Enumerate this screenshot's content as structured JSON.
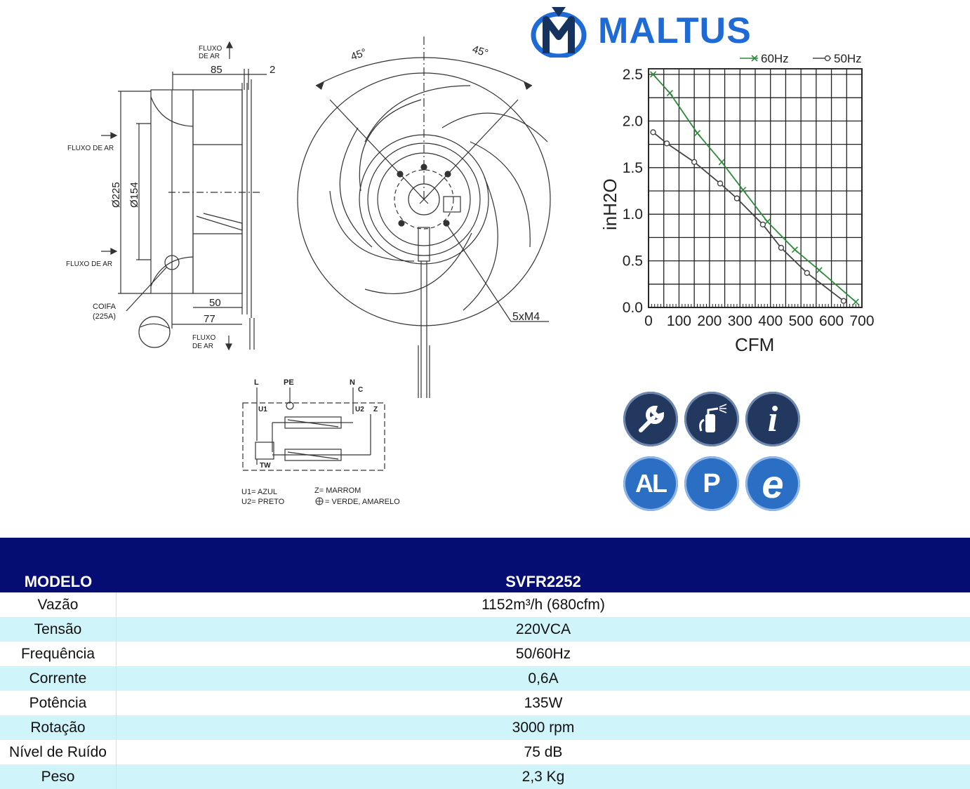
{
  "brand": {
    "name": "MALTUS"
  },
  "drawing_side": {
    "flow_top": [
      "FLUXO",
      "DE AR"
    ],
    "flow_left": "FLUXO DE AR",
    "flow_left2": "FLUXO DE AR",
    "flow_bottom": [
      "FLUXO",
      "DE AR"
    ],
    "dim_85": "85",
    "dim_2": "2",
    "dim_225": "Ø225",
    "dim_154": "Ø154",
    "dim_50": "50",
    "dim_77": "77",
    "coifa": [
      "COIFA",
      "(225A)"
    ]
  },
  "drawing_front": {
    "angle_left": "45°",
    "angle_right": "45°",
    "screws": "5xM4"
  },
  "wiring": {
    "L": "L",
    "PE": "PE",
    "N": "N",
    "C": "C",
    "U1": "U1",
    "U2": "U2",
    "Z": "Z",
    "TW": "TW",
    "legend": [
      "U1= AZUL",
      "U2= PRETO",
      "Z= MARROM",
      "= VERDE, AMARELO"
    ]
  },
  "chart_data": {
    "type": "line",
    "xlabel": "CFM",
    "ylabel": "inH2O",
    "xlim": [
      0,
      700
    ],
    "ylim": [
      0,
      2.5
    ],
    "xticks": [
      "0",
      "100",
      "200",
      "300",
      "400",
      "500",
      "600",
      "700"
    ],
    "yticks": [
      "0.0",
      "0.5",
      "1.0",
      "1.5",
      "2.0",
      "2.5"
    ],
    "grid": true,
    "legend_position": "top",
    "series": [
      {
        "name": "60Hz",
        "color": "#2e8b3a",
        "marker": "x",
        "x": [
          15,
          70,
          160,
          240,
          310,
          390,
          480,
          560,
          680
        ],
        "y": [
          2.5,
          2.3,
          1.87,
          1.56,
          1.26,
          0.92,
          0.62,
          0.4,
          0.06
        ]
      },
      {
        "name": "50Hz",
        "color": "#444444",
        "marker": "o",
        "x": [
          15,
          60,
          150,
          235,
          290,
          375,
          435,
          520,
          640
        ],
        "y": [
          1.88,
          1.76,
          1.56,
          1.33,
          1.17,
          0.89,
          0.64,
          0.37,
          0.07
        ]
      }
    ]
  },
  "icons": [
    "wrench-icon",
    "fire-extinguisher-icon",
    "info-icon",
    "al-icon",
    "p-icon",
    "e-icon"
  ],
  "icon_text": {
    "al": "AL",
    "p": "P",
    "e": "e",
    "i": "i"
  },
  "specs": {
    "header_label": "MODELO",
    "header_value": "SVFR2252",
    "rows": [
      {
        "label": "Vazão",
        "value": "1152m³/h (680cfm)"
      },
      {
        "label": "Tensão",
        "value": "220VCA"
      },
      {
        "label": "Frequência",
        "value": "50/60Hz"
      },
      {
        "label": "Corrente",
        "value": "0,6A"
      },
      {
        "label": "Potência",
        "value": "135W"
      },
      {
        "label": "Rotação",
        "value": "3000 rpm"
      },
      {
        "label": "Nível de Ruído",
        "value": "75 dB"
      },
      {
        "label": "Peso",
        "value": "2,3 Kg"
      }
    ]
  }
}
